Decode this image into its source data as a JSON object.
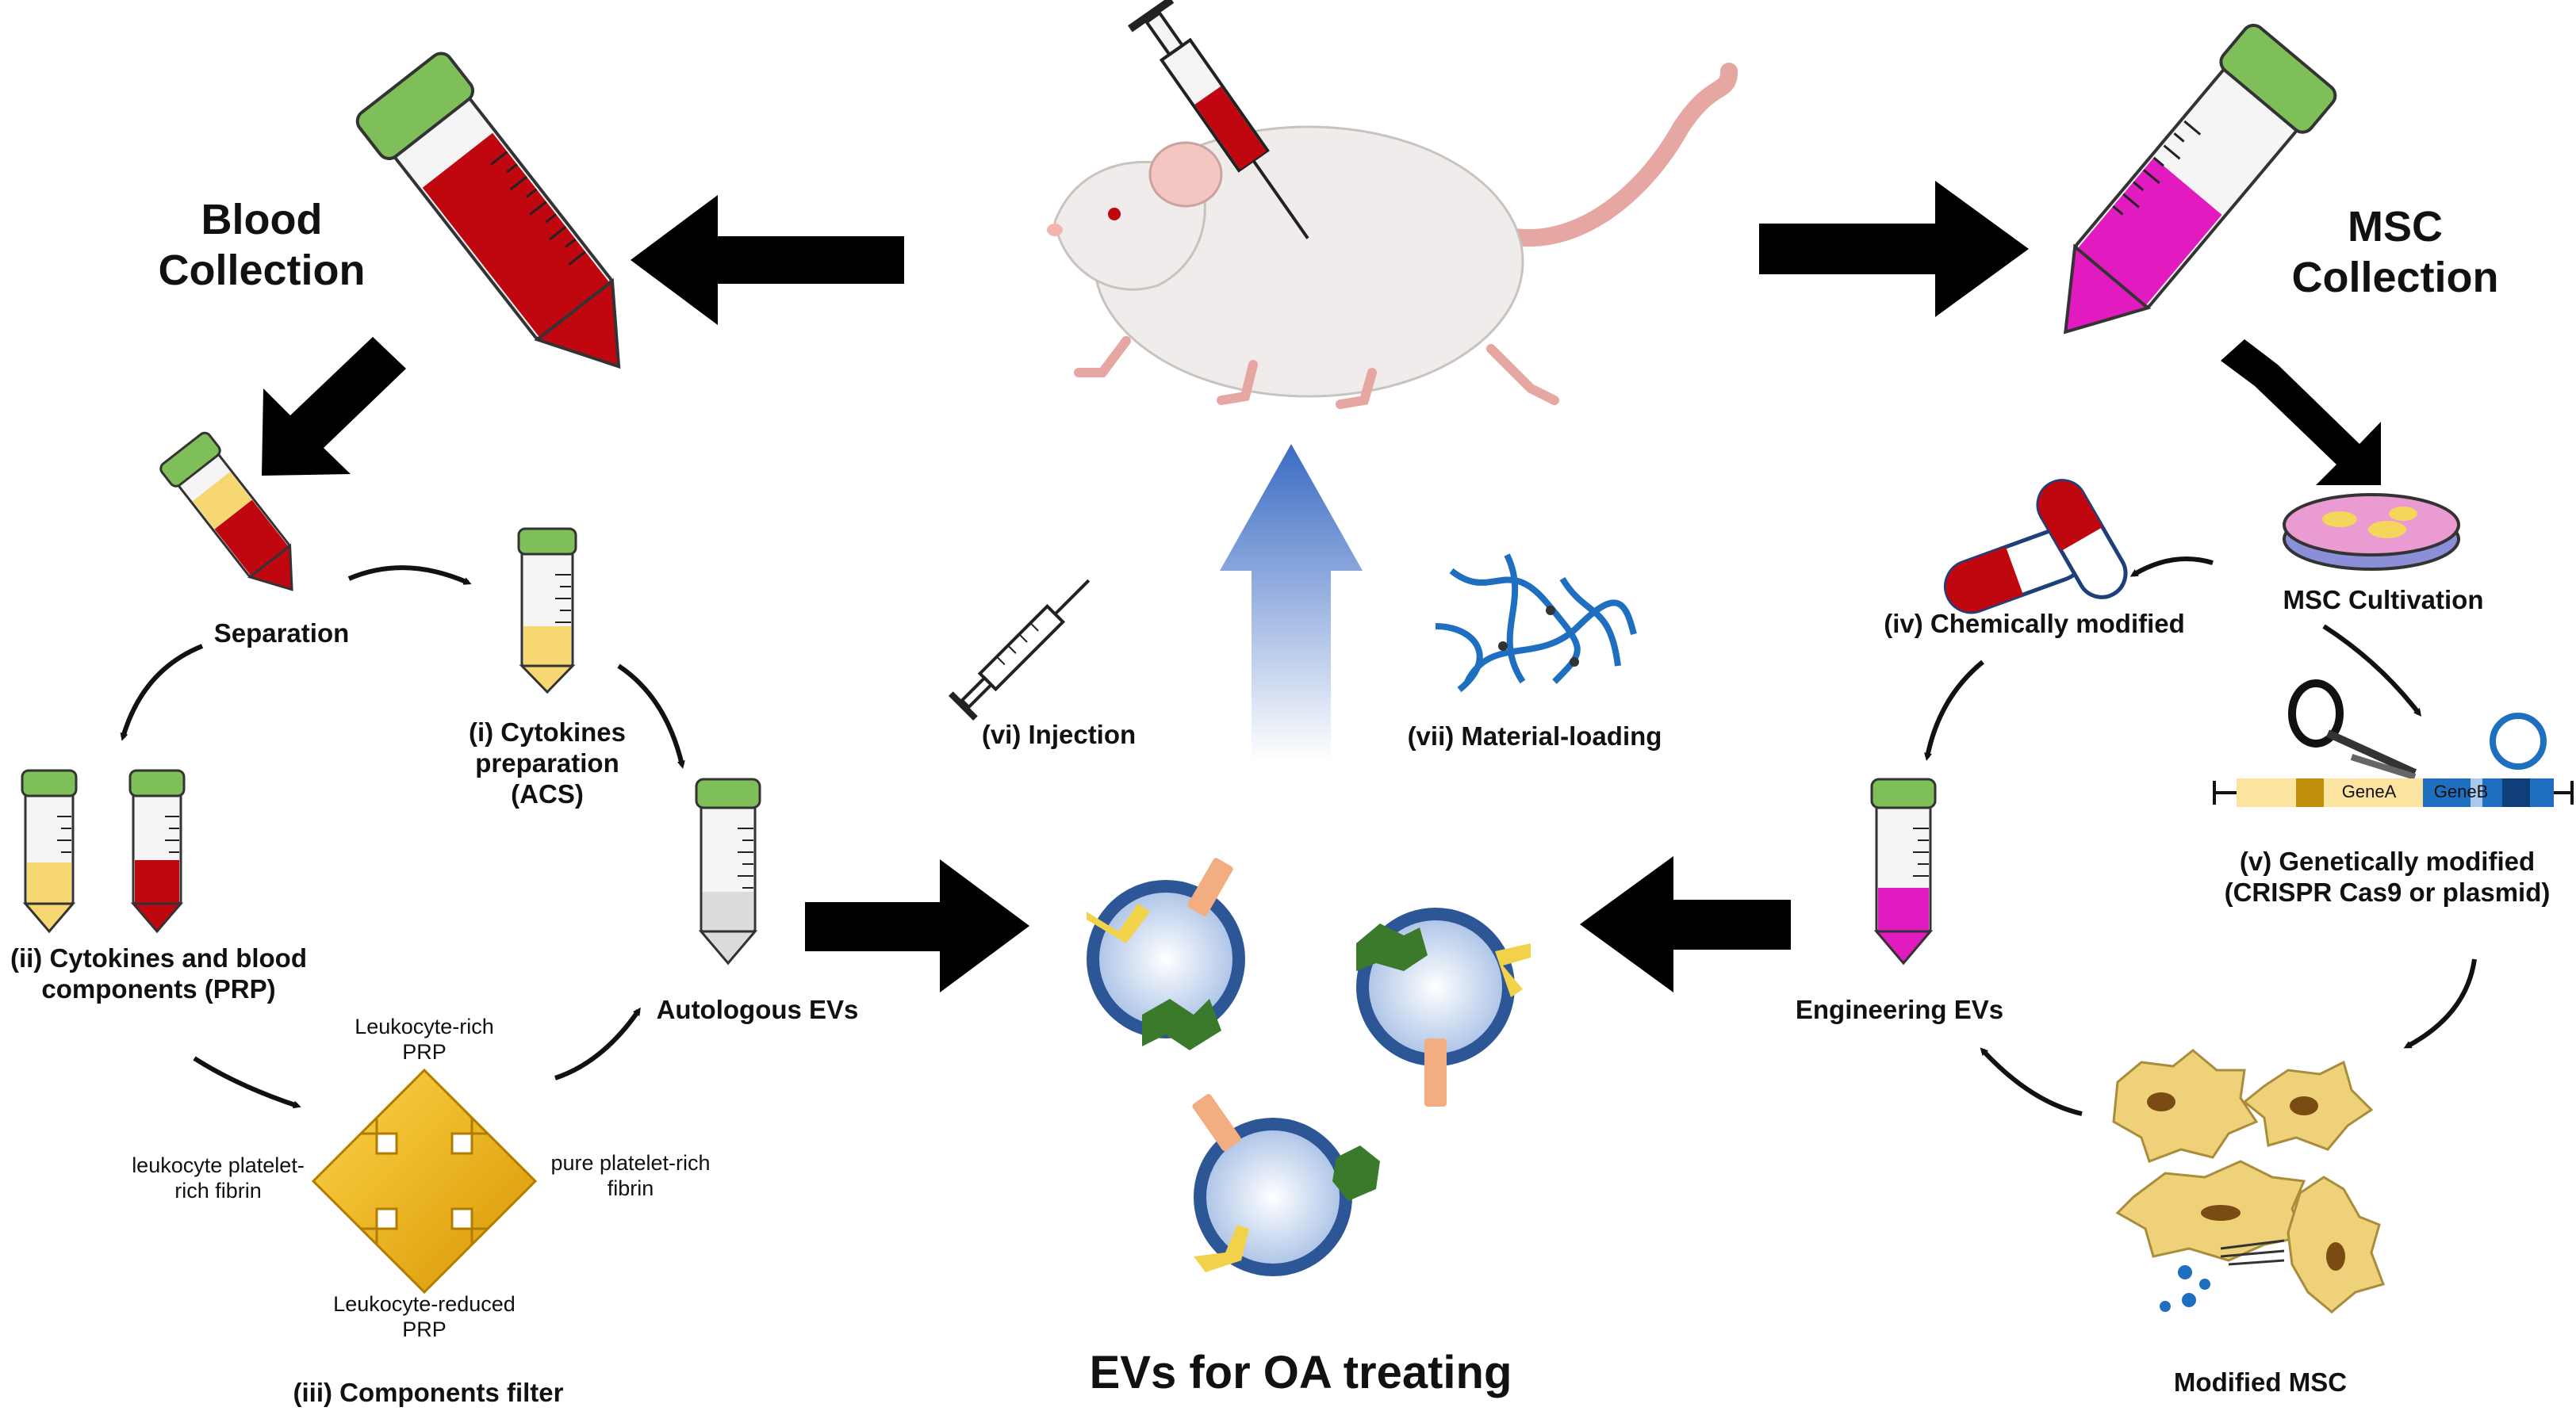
{
  "title": "EVs for OA treating",
  "left_branch": {
    "heading": [
      "Blood",
      "Collection"
    ],
    "separation": "Separation",
    "cytokines_prep": [
      "(i) Cytokines",
      "preparation",
      "(ACS)"
    ],
    "cytokines_blood": [
      "(ii) Cytokines and blood",
      "components (PRP)"
    ],
    "components_filter": "(iii) Components filter",
    "autologous": "Autologous EVs",
    "filter_options": {
      "top": [
        "Leukocyte-rich",
        "PRP"
      ],
      "left": [
        "leukocyte platelet-",
        "rich fibrin"
      ],
      "right": [
        "pure platelet-rich",
        "fibrin"
      ],
      "bottom": [
        "Leukocyte-reduced",
        "PRP"
      ]
    }
  },
  "right_branch": {
    "heading": [
      "MSC",
      "Collection"
    ],
    "cultivation": "MSC Cultivation",
    "chemical": "(iv) Chemically modified",
    "genetic": [
      "(v) Genetically modified",
      "(CRISPR Cas9 or plasmid)"
    ],
    "gene_a": "GeneA",
    "gene_b": "GeneB",
    "engineering": "Engineering EVs",
    "modified_msc": "Modified MSC"
  },
  "center": {
    "injection": "(vi) Injection",
    "material_loading": "(vii) Material-loading"
  },
  "colors": {
    "blood_red": "#c0060f",
    "plasma_yellow": "#f7d771",
    "magenta": "#e21bc0",
    "cap_green": "#7fbf5a",
    "vesicle_ring": "#2d5696",
    "arrow_blue": "#3b6bc4",
    "filter_gold": "#f0b400",
    "dna_blue": "#1f6fc0",
    "cell_yellow": "#efd17a",
    "rat_body": "#efeceb"
  }
}
